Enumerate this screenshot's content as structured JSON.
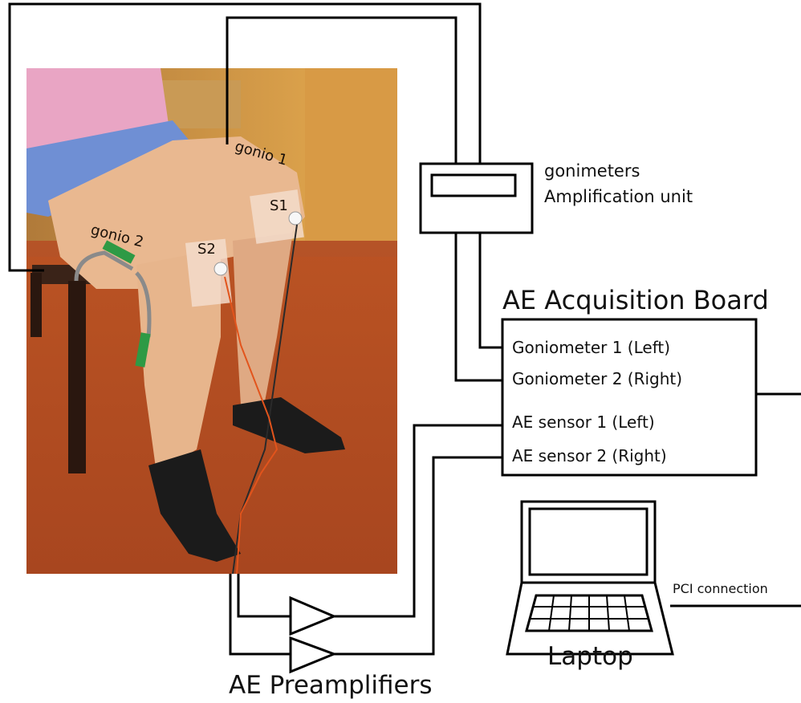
{
  "photo": {
    "gonio1_label": "gonio 1",
    "gonio2_label": "gonio 2",
    "sensor1_label": "S1",
    "sensor2_label": "S2"
  },
  "amplification_unit": {
    "line1": "gonimeters",
    "line2": "Amplification unit"
  },
  "acquisition_board": {
    "title": "AE Acquisition Board",
    "channels": [
      "Goniometer 1 (Left)",
      "Goniometer 2 (Right)",
      "AE sensor 1 (Left)",
      "AE sensor 2 (Right)"
    ]
  },
  "laptop": {
    "label": "Laptop",
    "connection_label": "PCI connection"
  },
  "preamplifiers": {
    "label": "AE Preamplifiers"
  },
  "colors": {
    "line": "#000000",
    "floor": "#b8522a",
    "wall": "#e2a64a",
    "skin": "#e9b890",
    "shirt": "#e9a5c4",
    "shorts": "#6f8fd4",
    "sock": "#1b1b1b",
    "goniometer": "#2e9a45",
    "cable": "#e2541c"
  }
}
